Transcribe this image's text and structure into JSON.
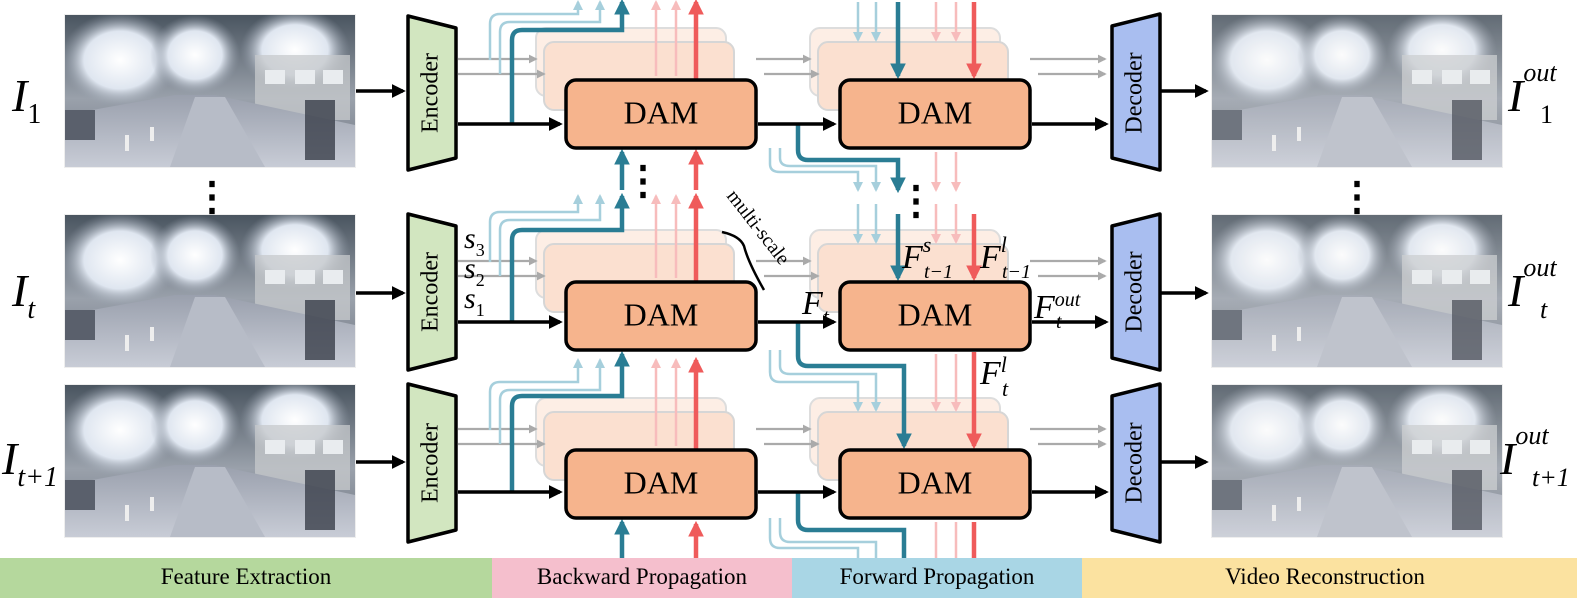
{
  "frames": {
    "input_labels": [
      {
        "base": "I",
        "sub": "1"
      },
      {
        "base": "I",
        "sub": "t"
      },
      {
        "base": "I",
        "sub": "t+1"
      }
    ],
    "output_labels": [
      {
        "base": "I",
        "sub": "1",
        "sup": "out"
      },
      {
        "base": "I",
        "sub": "t",
        "sup": "out"
      },
      {
        "base": "I",
        "sub": "t+1",
        "sup": "out"
      }
    ]
  },
  "blocks": {
    "encoder": "Encoder",
    "decoder": "Decoder",
    "dam": "DAM"
  },
  "scales": [
    {
      "base": "s",
      "sub": "3"
    },
    {
      "base": "s",
      "sub": "2"
    },
    {
      "base": "s",
      "sub": "1"
    }
  ],
  "annotations": {
    "multi_scale": "multi-scale",
    "f_t": {
      "base": "F",
      "sub": "t"
    },
    "f_t_minus_1_s": {
      "base": "F",
      "sub": "t−1",
      "sup": "s"
    },
    "f_t_minus_1_l": {
      "base": "F",
      "sub": "t−1",
      "sup": "l"
    },
    "f_t_out": {
      "base": "F",
      "sub": "t",
      "sup": "out"
    },
    "f_t_l": {
      "base": "F",
      "sub": "t",
      "sup": "l"
    },
    "ellipsis": "⋮"
  },
  "stages": [
    {
      "label": "Feature Extraction",
      "color": "#b5d89d"
    },
    {
      "label": "Backward Propagation",
      "color": "#f5bfcd"
    },
    {
      "label": "Forward Propagation",
      "color": "#a9d6e5"
    },
    {
      "label": "Video Reconstruction",
      "color": "#fbe2a0"
    }
  ],
  "colors": {
    "encoder_fill": "#d2e6c0",
    "decoder_fill": "#a9bef0",
    "dam_fill": "#f6b48d",
    "dam_ghost": "#fbe0d0",
    "teal": "#2a7d94",
    "teal_light": "#a6cfdc",
    "red": "#ef5b5b",
    "red_light": "#f7bcbc"
  }
}
